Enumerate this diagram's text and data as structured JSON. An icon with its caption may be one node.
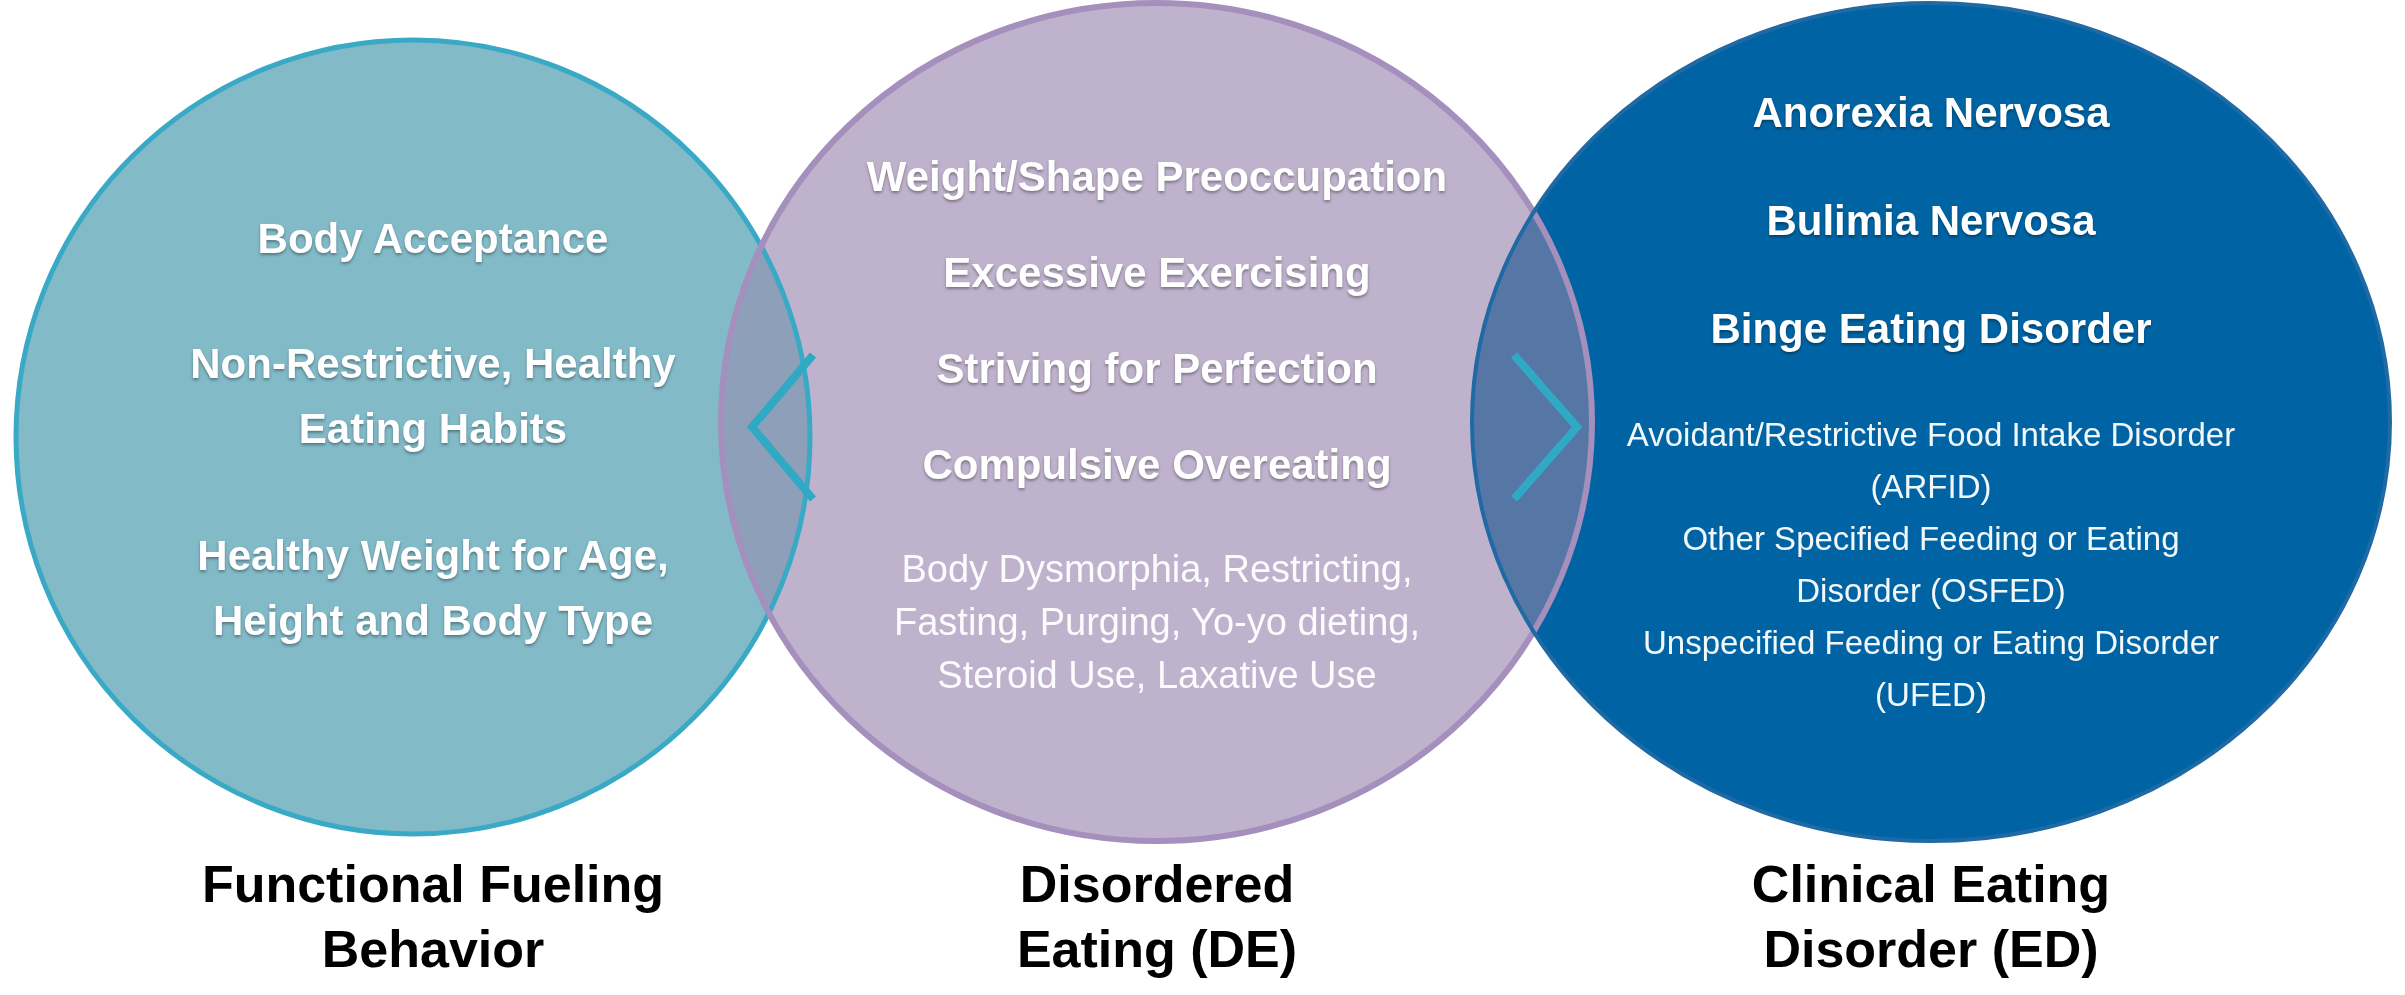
{
  "diagram": {
    "nodes": [
      {
        "text": [
          "Body Acceptance",
          "Non-Restrictive, Healthy Eating Habits",
          "Healthy Weight for Age, Height and Body Type",
          "Functional Fueling Behavior"
        ]
      },
      {
        "text": [
          "Weight/Shape Preoccupation",
          "Excessive Exercising",
          "Striving for Perfection",
          "Compulsive Overeating",
          "Body Dysmorphia, Restricting, Fasting, Purging, Yo-yo dieting, Steroid Use, Laxative Use",
          "Disordered Eating (DE)"
        ]
      },
      {
        "text": [
          "Anorexia Nervosa",
          "Bulimia Nervosa",
          "Binge Eating Disorder",
          "Avoidant/Restrictive Food Intake Disorder (ARFID)",
          "Other Specified Feeding or Eating Disorder (OSFED)",
          "Unspecified Feeding or Eating Disorder (UFED)",
          "Clinical Eating Disorder (ED)"
        ]
      }
    ]
  }
}
